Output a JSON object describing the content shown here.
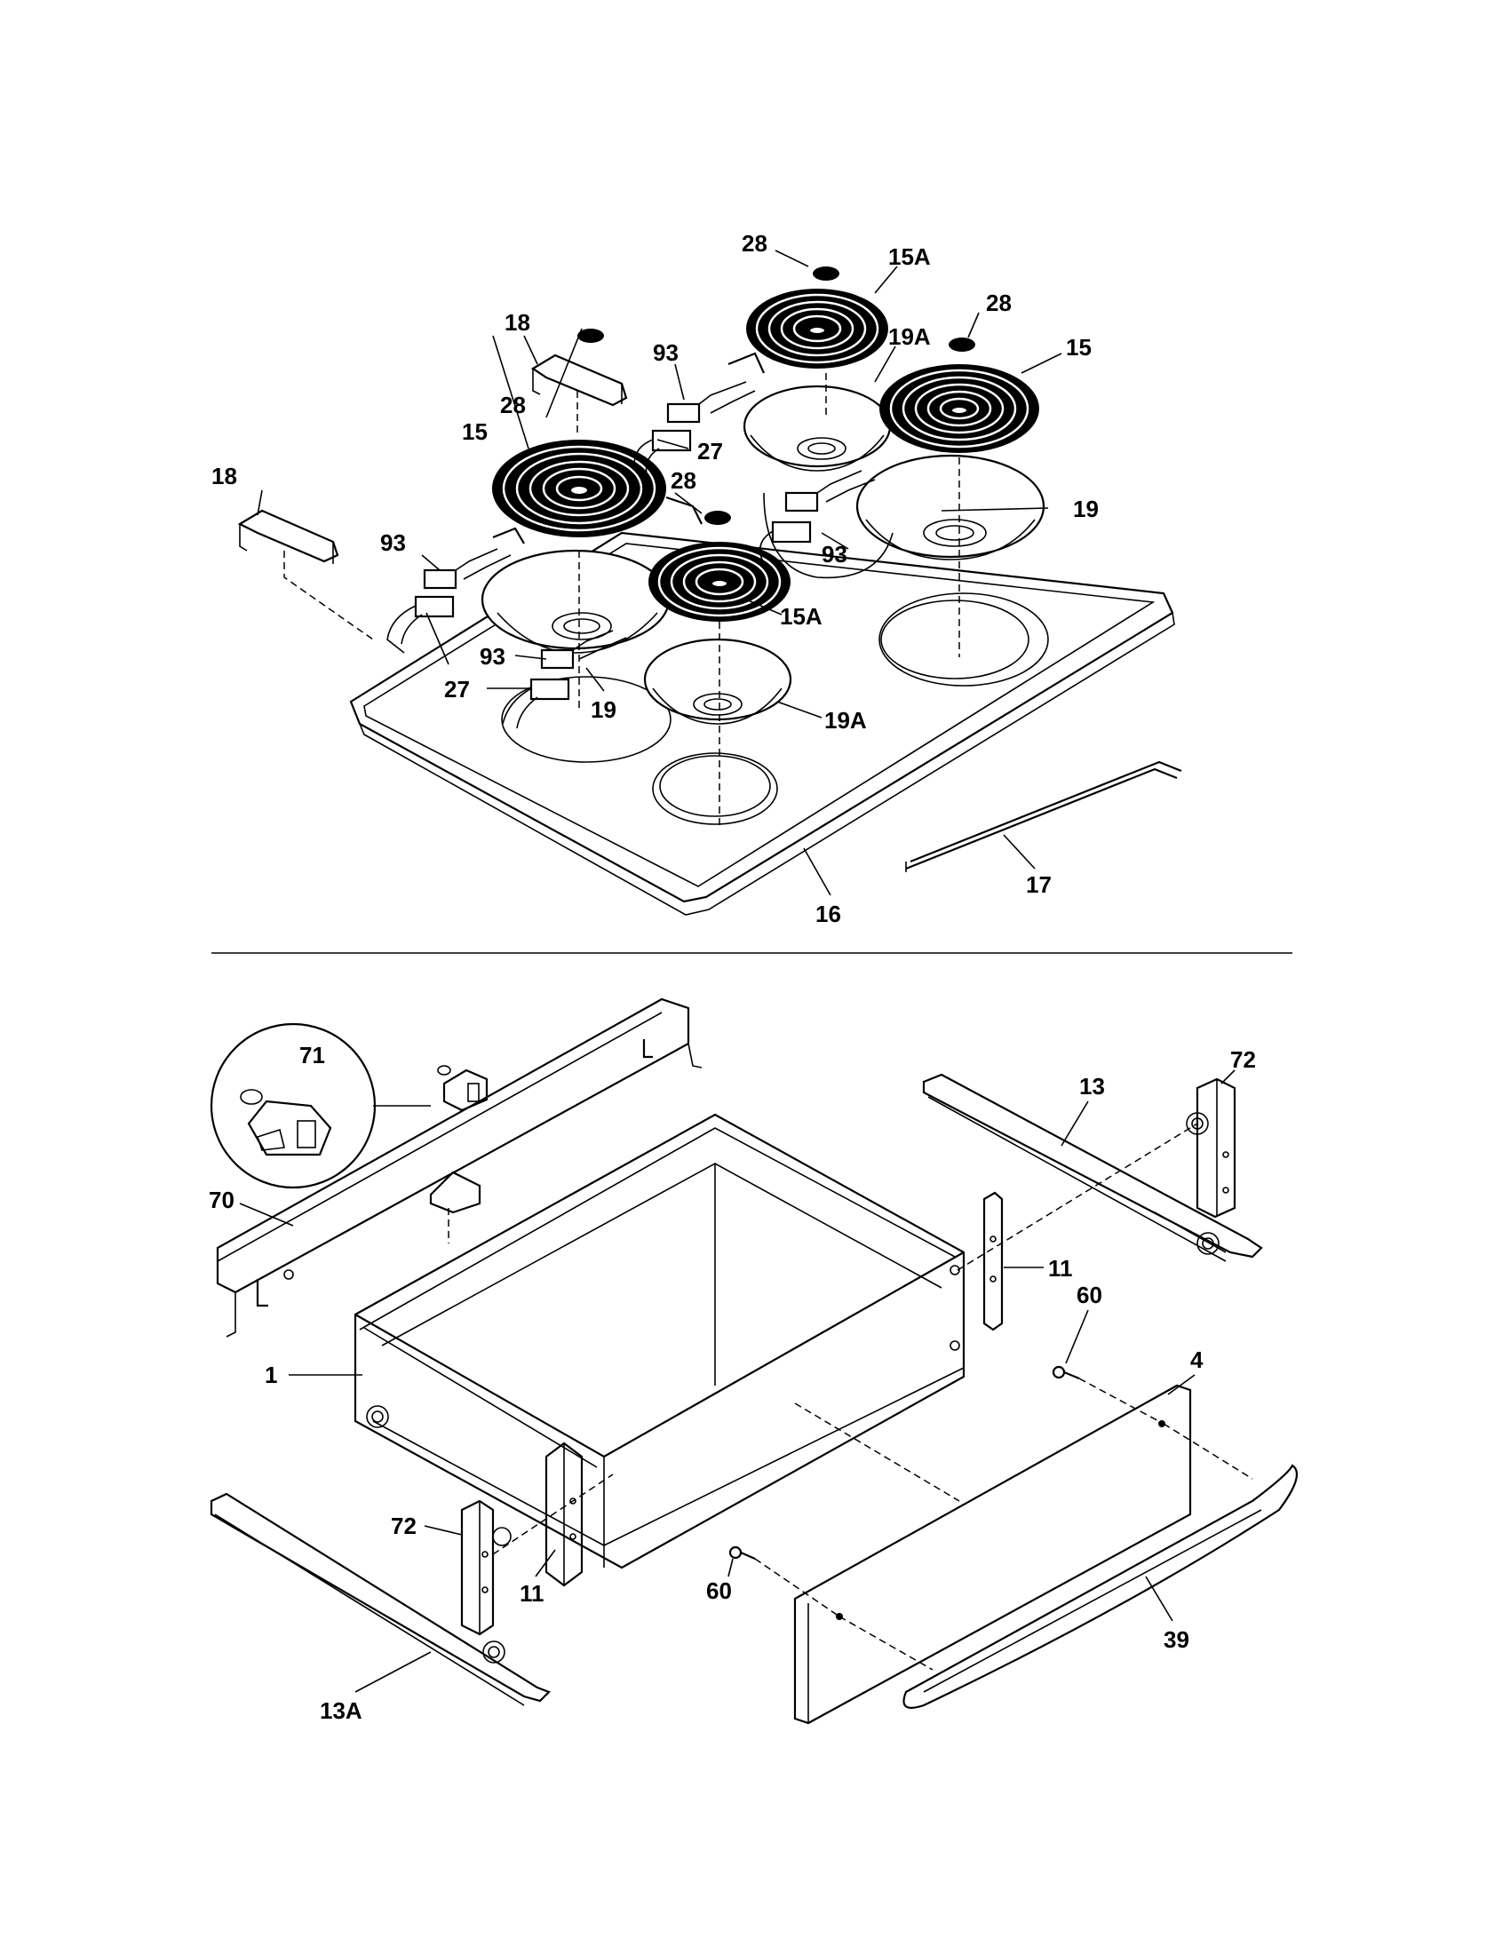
{
  "callouts": {
    "c28_top": "28",
    "c15A_top": "15A",
    "c28_right": "28",
    "c15_right": "15",
    "c18_top": "18",
    "c93_top": "93",
    "c19A_top": "19A",
    "c28_left": "28",
    "c15_left": "15",
    "c27_mid": "27",
    "c28_mid": "28",
    "c19_right": "19",
    "c18_left": "18",
    "c93_mid": "93",
    "c93_left": "93",
    "c15A_bottom": "15A",
    "c93_low": "93",
    "c27_low": "27",
    "c19_low": "19",
    "c19A_low": "19A",
    "c17": "17",
    "c16": "16",
    "c71": "71",
    "c72_right": "72",
    "c13": "13",
    "c70": "70",
    "c11_right": "11",
    "c60_right": "60",
    "c1": "1",
    "c4": "4",
    "c72_left": "72",
    "c60_left": "60",
    "c11_left": "11",
    "c39": "39",
    "c13A": "13A"
  },
  "colors": {
    "ink": "#000000",
    "paper": "#ffffff"
  }
}
